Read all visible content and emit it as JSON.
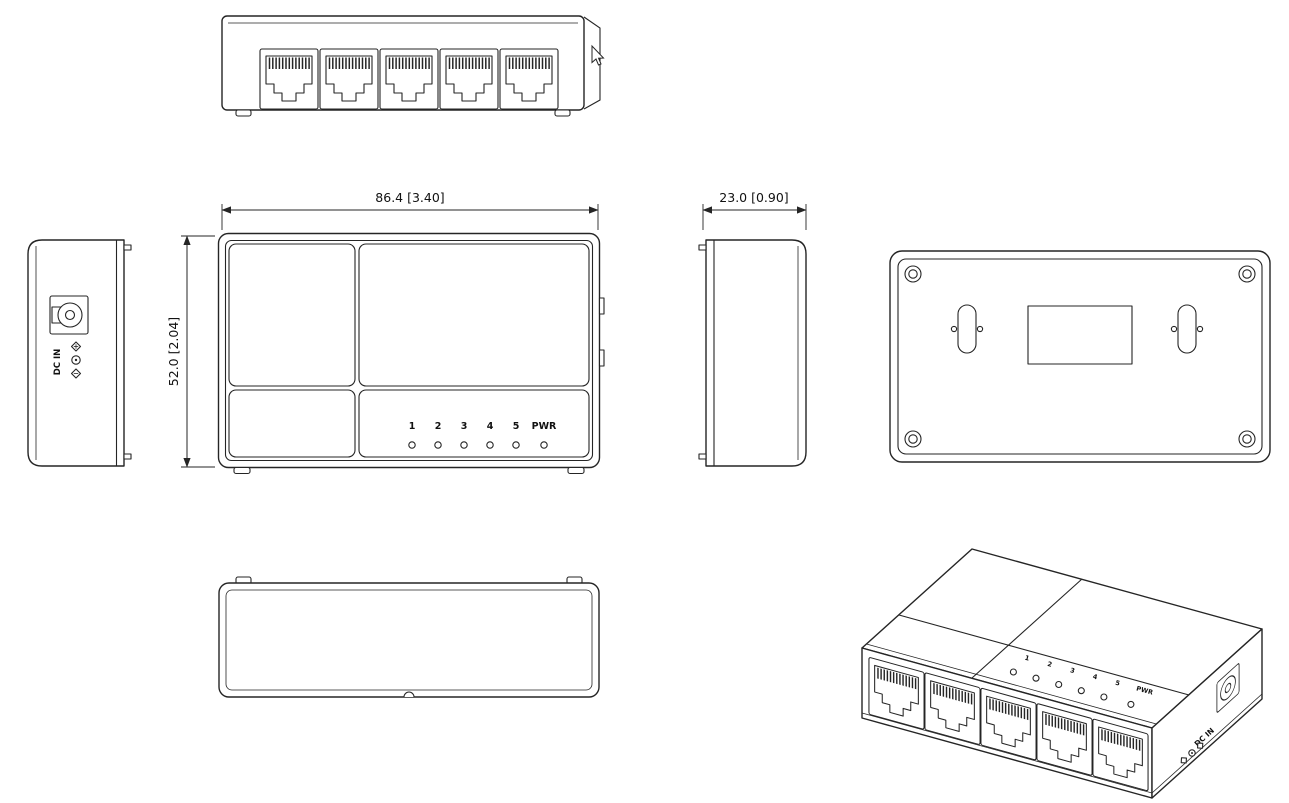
{
  "dimensions": {
    "width_label": "86.4 [3.40]",
    "height_label": "52.0 [2.04]",
    "depth_label": "23.0 [0.90]"
  },
  "labels": {
    "led": [
      "1",
      "2",
      "3",
      "4",
      "5",
      "PWR"
    ],
    "dc_in": "DC IN"
  }
}
